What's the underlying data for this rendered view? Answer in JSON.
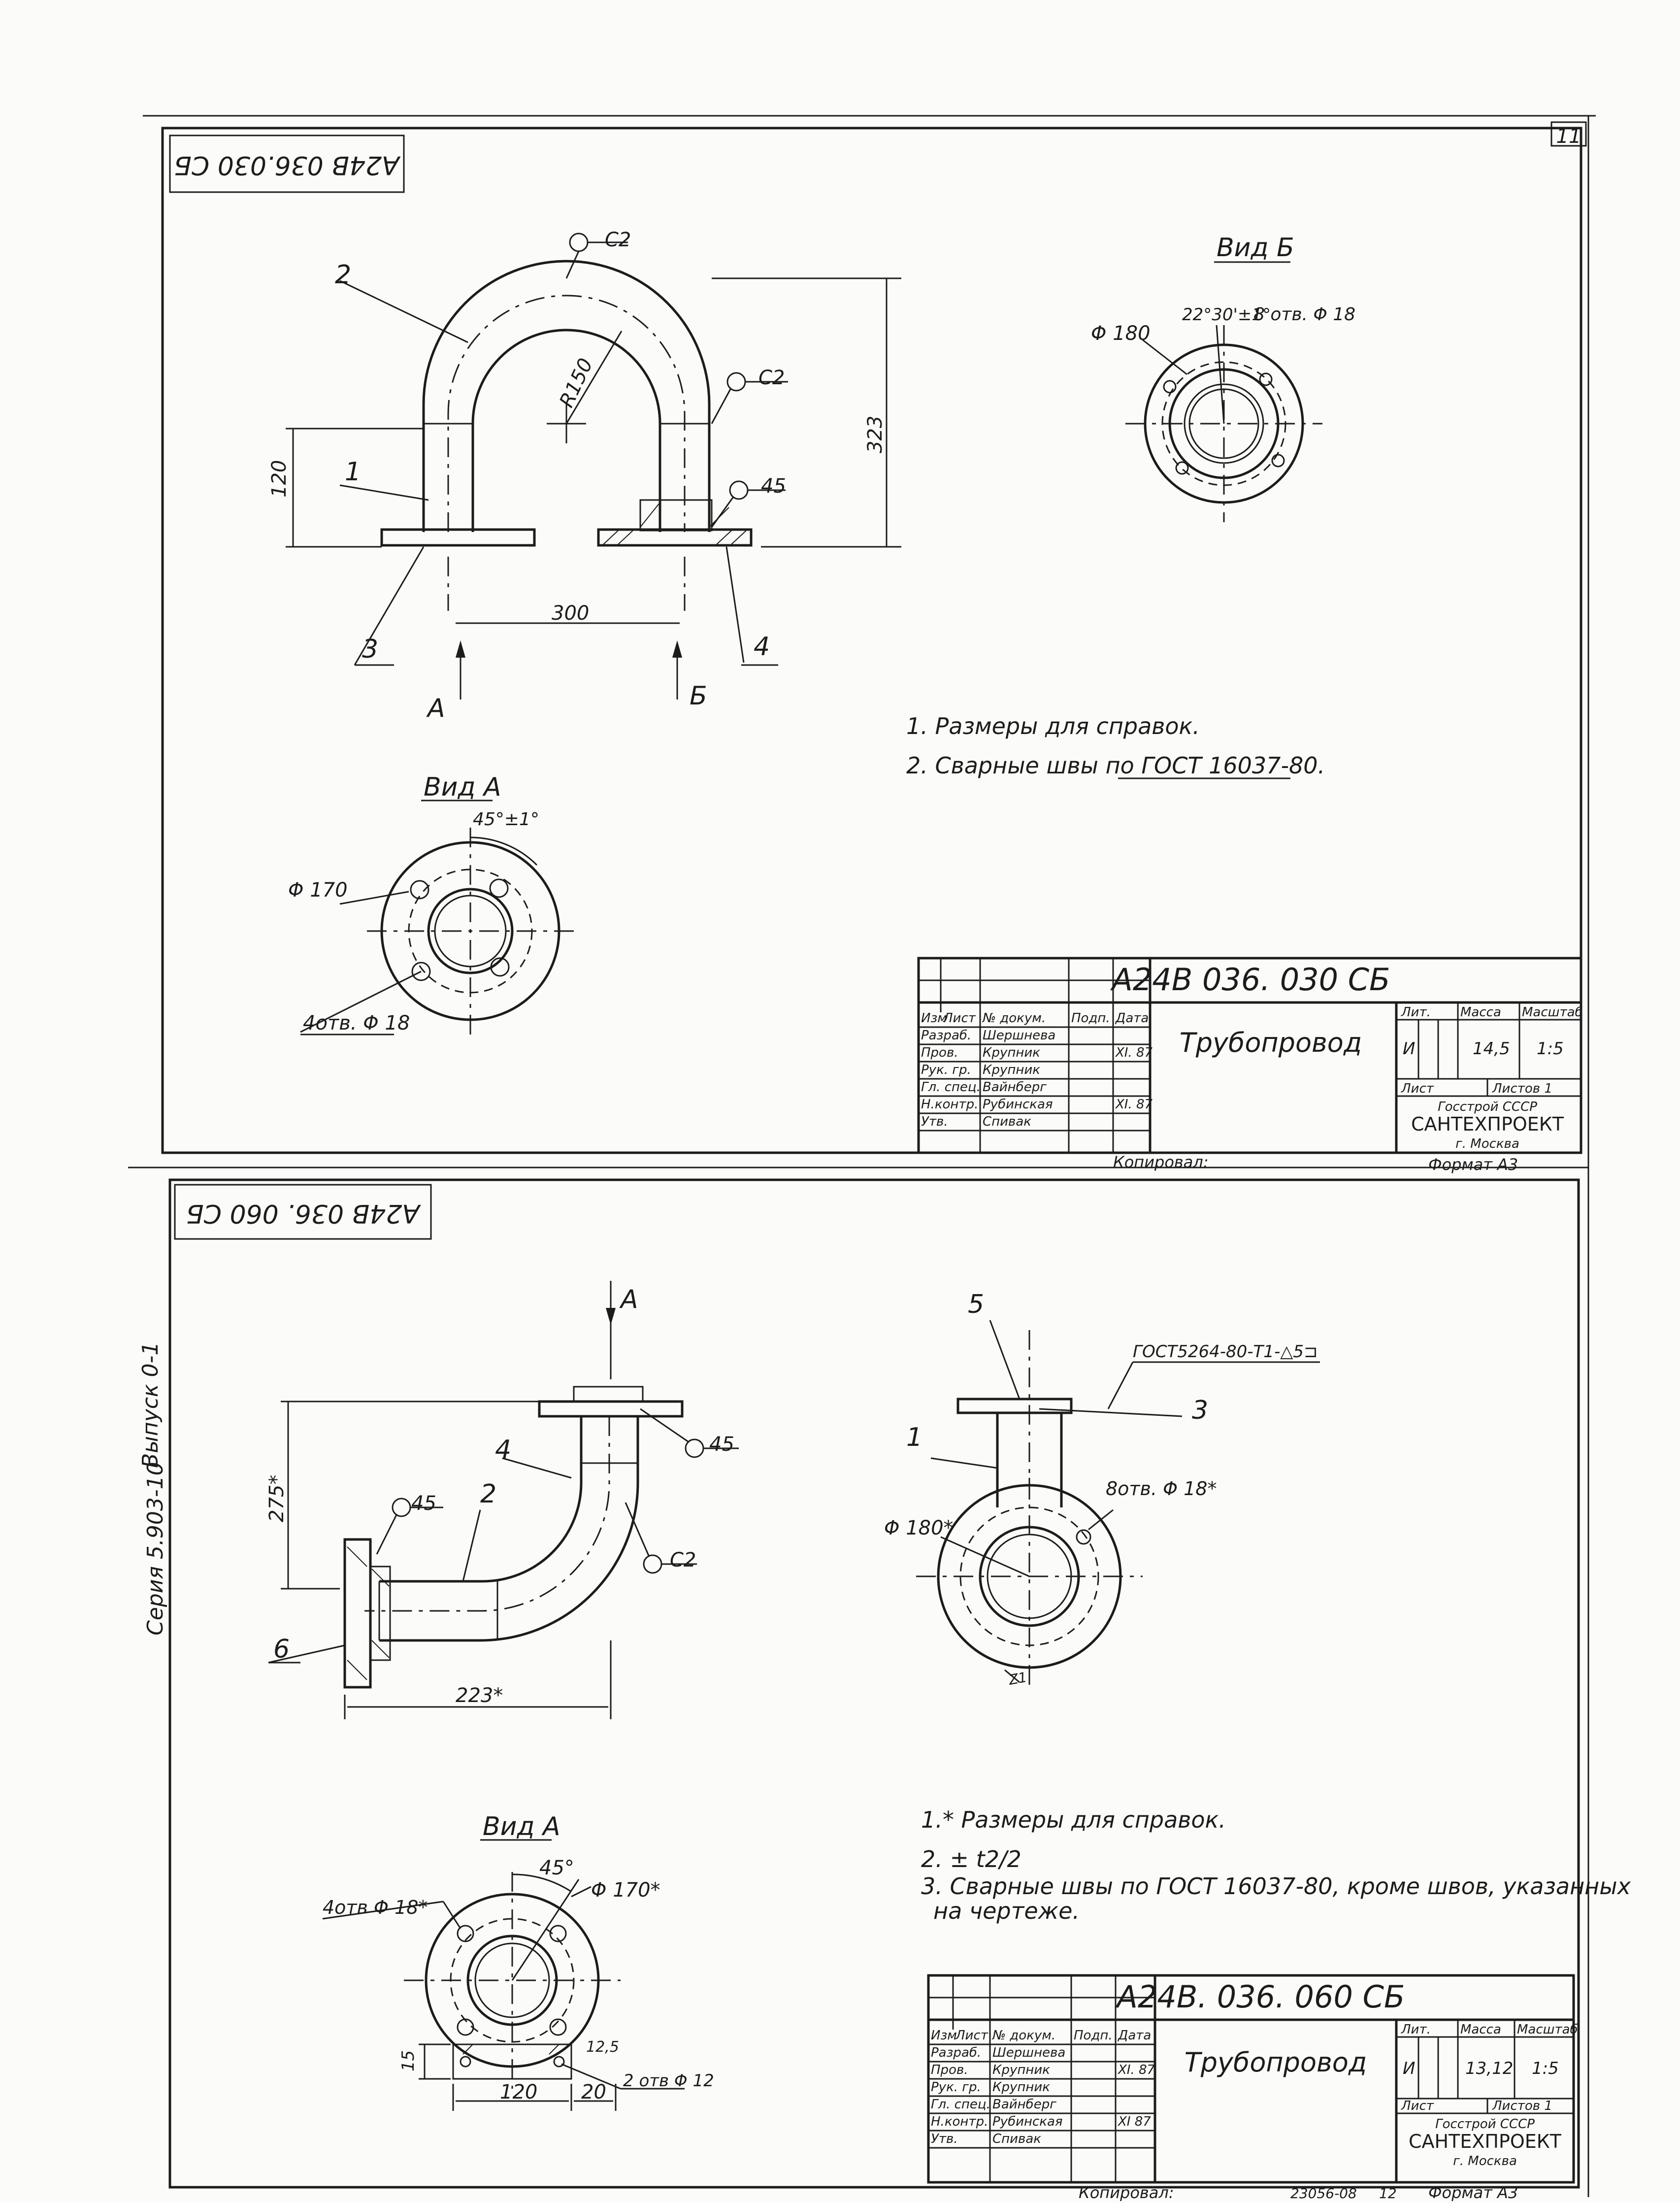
{
  "page_number": "11",
  "side_caption": {
    "series": "Серия 5.903-10",
    "issue": "Выпуск 0-1"
  },
  "sheet1": {
    "corner_code": "А24В 036.030 СБ",
    "view_b_title": "Вид Б",
    "view_a_title": "Вид А",
    "labels": {
      "weld_c2_top": "С2",
      "weld_c2_right": "С2",
      "weld_45": "45",
      "radius": "R150",
      "dim_height": "323",
      "dim_left": "120",
      "dim_span": "300",
      "arrow_a": "А",
      "arrow_b": "Б",
      "pos1": "1",
      "pos2": "2",
      "pos3": "3",
      "pos4": "4",
      "view_b_diam": "Φ 180",
      "view_b_angle": "22°30'±1°",
      "view_b_holes": "8 отв. Φ 18",
      "view_a_diam": "Φ 170",
      "view_a_angle": "45°±1°",
      "view_a_holes": "4отв. Φ 18"
    },
    "notes": [
      "1. Размеры для справок.",
      "2. Сварные швы по ГОСТ 16037-80."
    ],
    "title_block": {
      "code": "А24В 036. 030 СБ",
      "name": "Трубопровод",
      "head": [
        "Изм",
        "Лист",
        "№ докум.",
        "Подп.",
        "Дата"
      ],
      "rows": [
        [
          "Разраб.",
          "Шершнева"
        ],
        [
          "Пров.",
          "Крупник"
        ],
        [
          "Рук. гр.",
          "Крупник"
        ],
        [
          "Гл. спец.",
          "Вайнберг"
        ],
        [
          "Н.контр.",
          "Рубинская"
        ],
        [
          "Утв.",
          "Спивак"
        ]
      ],
      "dates": [
        "XI. 87",
        "XI. 87"
      ],
      "lit_label": "Лит.",
      "mass_label": "Масса",
      "scale_label": "Масштаб",
      "lit_value": "И",
      "mass_value": "14,5",
      "scale_value": "1:5",
      "sheet_label": "Лист",
      "sheets_label": "Листов 1",
      "org1": "Госстрой СССР",
      "org2": "САНТЕХПРОЕКТ",
      "org3": "г. Москва",
      "copied": "Копировал:",
      "format": "Формат А3"
    }
  },
  "sheet2": {
    "corner_code": "А24В 036. 060 СБ",
    "view_a_title": "Вид А",
    "labels": {
      "arrow_a": "А",
      "weld_45_top": "45",
      "weld_45_left": "45",
      "weld_c2": "С2",
      "dim_275": "275*",
      "dim_223": "223*",
      "pos1": "1",
      "pos2": "2",
      "pos3": "3",
      "pos4": "4",
      "pos5": "5",
      "pos6": "6",
      "gost_weld": "ГОСТ5264-80-Т1-△5⊐",
      "holes8": "8отв. Φ 18*",
      "diam180": "Φ 180*",
      "diam170": "Φ 170*",
      "angle45": "45°",
      "holes4": "4отв Φ 18*",
      "holes2": "2 отв Φ 12",
      "dim120": "120",
      "dim20": "20",
      "dim15": "15",
      "dim12_5": "12,5",
      "dim_small": "Z1",
      "view_a_title": "Вид А"
    },
    "notes": [
      "1.* Размеры для справок.",
      "2. ± t2/2",
      "3. Сварные швы по ГОСТ 16037-80, кроме швов, указанных",
      "на чертеже."
    ],
    "title_block": {
      "code": "А24В. 036. 060 СБ",
      "name": "Трубопровод",
      "head": [
        "Изм",
        "Лист",
        "№ докум.",
        "Подп.",
        "Дата"
      ],
      "rows": [
        [
          "Разраб.",
          "Шершнева"
        ],
        [
          "Пров.",
          "Крупник"
        ],
        [
          "Рук. гр.",
          "Крупник"
        ],
        [
          "Гл. спец.",
          "Вайнберг"
        ],
        [
          "Н.контр.",
          "Рубинская"
        ],
        [
          "Утв.",
          "Спивак"
        ]
      ],
      "dates": [
        "XI. 87",
        "XI 87"
      ],
      "lit_label": "Лит.",
      "mass_label": "Масса",
      "scale_label": "Масштаб",
      "lit_value": "И",
      "mass_value": "13,12",
      "scale_value": "1:5",
      "sheet_label": "Лист",
      "sheets_label": "Листов 1",
      "org1": "Госстрой СССР",
      "org2": "САНТЕХПРОЕКТ",
      "org3": "г. Москва",
      "copied": "Копировал:",
      "copied_num": "23056-08",
      "sheet_num": "12",
      "format": "Формат А3"
    }
  }
}
